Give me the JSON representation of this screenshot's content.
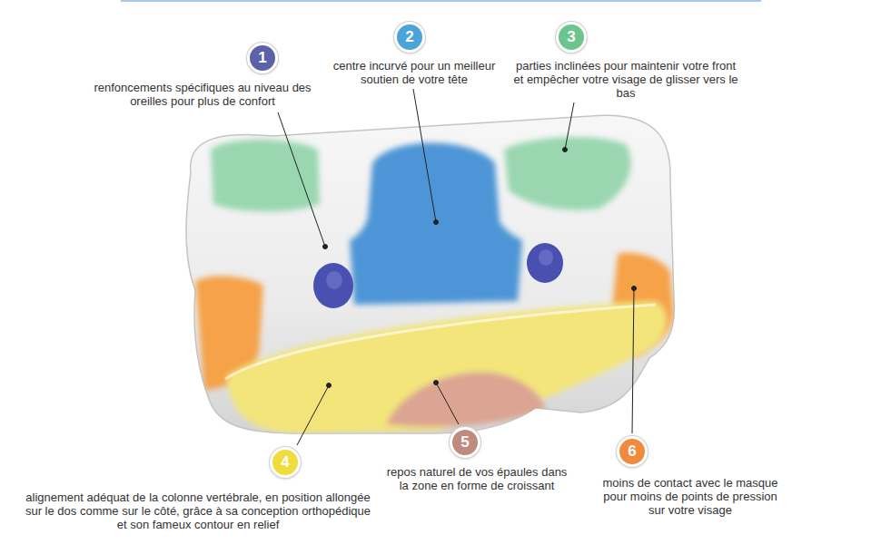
{
  "diagram": {
    "nodes": [
      {
        "text": [
          "1",
          "renfoncements spécifiques au niveau des oreilles pour plus de confort"
        ]
      },
      {
        "text": [
          "2",
          "centre incurvé pour un meilleur soutien de votre tête"
        ]
      },
      {
        "text": [
          "3",
          "parties inclinées pour maintenir votre front et empêcher votre visage de glisser vers le bas"
        ]
      },
      {
        "text": [
          "4",
          "alignement adéquat de la colonne vertébrale, en position allongée sur le dos comme sur le côté, grâce à sa conception orthopédique et son fameux contour en relief"
        ]
      },
      {
        "text": [
          "5",
          "repos naturel de vos épaules dans la zone en forme de croissant"
        ]
      },
      {
        "text": [
          "6",
          "moins de contact avec le masque pour moins de points de pression sur votre visage"
        ]
      }
    ]
  }
}
